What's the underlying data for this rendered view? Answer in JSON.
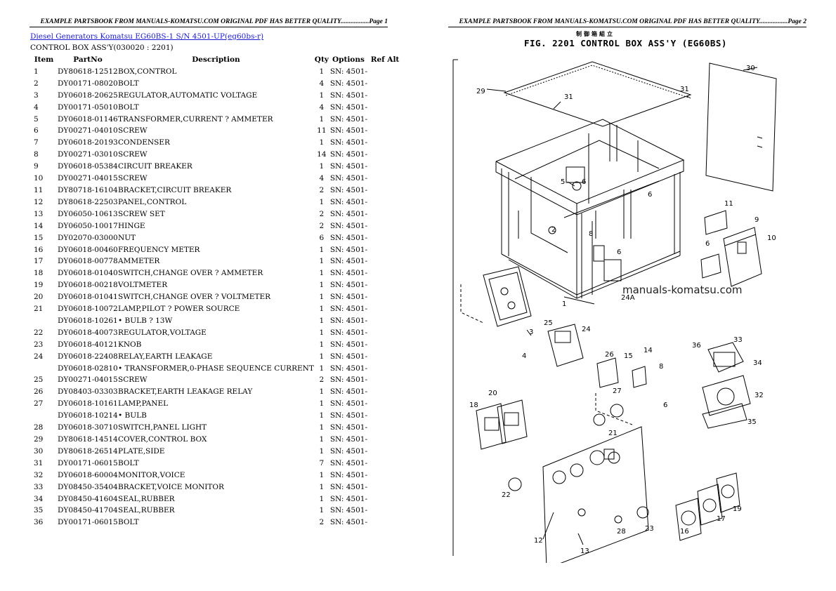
{
  "headers": {
    "left": "EXAMPLE PARTSBOOK FROM MANUALS-KOMATSU.COM ORIGINAL PDF HAS BETTER QUALITY.................Page 1",
    "right": "EXAMPLE PARTSBOOK FROM MANUALS-KOMATSU.COM ORIGINAL PDF HAS BETTER QUALITY.................Page 2"
  },
  "book_link": "Diesel Generators Komatsu EG60BS-1 S/N 4501-UP(eg60bs-r)",
  "section_title": "CONTROL BOX ASS'Y(030020 : 2201)",
  "columns": {
    "item": "Item",
    "partno": "PartNo",
    "description": "Description",
    "qty": "Qty",
    "options": "Options",
    "ref_alt": "Ref Alt"
  },
  "parts": [
    {
      "item": "1",
      "partno": "DY80618-12512",
      "description": "BOX,CONTROL",
      "qty": "1",
      "options": "SN: 4501-"
    },
    {
      "item": "2",
      "partno": "DY00171-08020",
      "description": "BOLT",
      "qty": "4",
      "options": "SN: 4501-"
    },
    {
      "item": "3",
      "partno": "DY06018-20625",
      "description": "REGULATOR,AUTOMATIC VOLTAGE",
      "qty": "1",
      "options": "SN: 4501-"
    },
    {
      "item": "4",
      "partno": "DY00171-05010",
      "description": "BOLT",
      "qty": "4",
      "options": "SN: 4501-"
    },
    {
      "item": "5",
      "partno": "DY06018-01146",
      "description": "TRANSFORMER,CURRENT ? AMMETER",
      "qty": "1",
      "options": "SN: 4501-"
    },
    {
      "item": "6",
      "partno": "DY00271-04010",
      "description": "SCREW",
      "qty": "11",
      "options": "SN: 4501-"
    },
    {
      "item": "7",
      "partno": "DY06018-20193",
      "description": "CONDENSER",
      "qty": "1",
      "options": "SN: 4501-"
    },
    {
      "item": "8",
      "partno": "DY00271-03010",
      "description": "SCREW",
      "qty": "14",
      "options": "SN: 4501-"
    },
    {
      "item": "9",
      "partno": "DY06018-05384",
      "description": "CIRCUIT BREAKER",
      "qty": "1",
      "options": "SN: 4501-"
    },
    {
      "item": "10",
      "partno": "DY00271-04015",
      "description": "SCREW",
      "qty": "4",
      "options": "SN: 4501-"
    },
    {
      "item": "11",
      "partno": "DY80718-16104",
      "description": "BRACKET,CIRCUIT BREAKER",
      "qty": "2",
      "options": "SN: 4501-"
    },
    {
      "item": "12",
      "partno": "DY80618-22503",
      "description": "PANEL,CONTROL",
      "qty": "1",
      "options": "SN: 4501-"
    },
    {
      "item": "13",
      "partno": "DY06050-10613",
      "description": "SCREW SET",
      "qty": "2",
      "options": "SN: 4501-"
    },
    {
      "item": "14",
      "partno": "DY06050-10017",
      "description": "HINGE",
      "qty": "2",
      "options": "SN: 4501-"
    },
    {
      "item": "15",
      "partno": "DY02070-03000",
      "description": "NUT",
      "qty": "6",
      "options": "SN: 4501-"
    },
    {
      "item": "16",
      "partno": "DY06018-00460",
      "description": "FREQUENCY METER",
      "qty": "1",
      "options": "SN: 4501-"
    },
    {
      "item": "17",
      "partno": "DY06018-00778",
      "description": "AMMETER",
      "qty": "1",
      "options": "SN: 4501-"
    },
    {
      "item": "18",
      "partno": "DY06018-01040",
      "description": "SWITCH,CHANGE OVER ? AMMETER",
      "qty": "1",
      "options": "SN: 4501-"
    },
    {
      "item": "19",
      "partno": "DY06018-00218",
      "description": "VOLTMETER",
      "qty": "1",
      "options": "SN: 4501-"
    },
    {
      "item": "20",
      "partno": "DY06018-01041",
      "description": "SWITCH,CHANGE OVER ? VOLTMETER",
      "qty": "1",
      "options": "SN: 4501-"
    },
    {
      "item": "21",
      "partno": "DY06018-10072",
      "description": "LAMP,PILOT ? POWER SOURCE",
      "qty": "1",
      "options": "SN: 4501-"
    },
    {
      "item": "",
      "partno": "DY06018-10261",
      "description": "• BULB ? 13W",
      "qty": "1",
      "options": "SN: 4501-"
    },
    {
      "item": "22",
      "partno": "DY06018-40073",
      "description": "REGULATOR,VOLTAGE",
      "qty": "1",
      "options": "SN: 4501-"
    },
    {
      "item": "23",
      "partno": "DY06018-40121",
      "description": "KNOB",
      "qty": "1",
      "options": "SN: 4501-"
    },
    {
      "item": "24",
      "partno": "DY06018-22408",
      "description": "RELAY,EARTH LEAKAGE",
      "qty": "1",
      "options": "SN: 4501-"
    },
    {
      "item": "",
      "partno": "DY06018-02810",
      "description": "• TRANSFORMER,0-PHASE SEQUENCE CURRENT",
      "qty": "1",
      "options": "SN: 4501-"
    },
    {
      "item": "25",
      "partno": "DY00271-04015",
      "description": "SCREW",
      "qty": "2",
      "options": "SN: 4501-"
    },
    {
      "item": "26",
      "partno": "DY08403-03303",
      "description": "BRACKET,EARTH LEAKAGE RELAY",
      "qty": "1",
      "options": "SN: 4501-"
    },
    {
      "item": "27",
      "partno": "DY06018-10161",
      "description": "LAMP,PANEL",
      "qty": "1",
      "options": "SN: 4501-"
    },
    {
      "item": "",
      "partno": "DY06018-10214",
      "description": "• BULB",
      "qty": "1",
      "options": "SN: 4501-"
    },
    {
      "item": "28",
      "partno": "DY06018-30710",
      "description": "SWITCH,PANEL LIGHT",
      "qty": "1",
      "options": "SN: 4501-"
    },
    {
      "item": "29",
      "partno": "DY80618-14514",
      "description": "COVER,CONTROL BOX",
      "qty": "1",
      "options": "SN: 4501-"
    },
    {
      "item": "30",
      "partno": "DY80618-26514",
      "description": "PLATE,SIDE",
      "qty": "1",
      "options": "SN: 4501-"
    },
    {
      "item": "31",
      "partno": "DY00171-06015",
      "description": "BOLT",
      "qty": "7",
      "options": "SN: 4501-"
    },
    {
      "item": "32",
      "partno": "DY06018-60004",
      "description": "MONITOR,VOICE",
      "qty": "1",
      "options": "SN: 4501-"
    },
    {
      "item": "33",
      "partno": "DY08450-35404",
      "description": "BRACKET,VOICE MONITOR",
      "qty": "1",
      "options": "SN: 4501-"
    },
    {
      "item": "34",
      "partno": "DY08450-41604",
      "description": "SEAL,RUBBER",
      "qty": "1",
      "options": "SN: 4501-"
    },
    {
      "item": "35",
      "partno": "DY08450-41704",
      "description": "SEAL,RUBBER",
      "qty": "1",
      "options": "SN: 4501-"
    },
    {
      "item": "36",
      "partno": "DY00171-06015",
      "description": "BOLT",
      "qty": "2",
      "options": "SN: 4501-"
    }
  ],
  "figure": {
    "kanji": "制御箱組立",
    "title": "FIG. 2201 CONTROL BOX ASS'Y (EG60BS)",
    "watermark": "manuals-komatsu.com",
    "callouts": [
      "29",
      "31",
      "30",
      "31",
      "5",
      "6",
      "6",
      "11",
      "9",
      "6",
      "10",
      "8",
      "6",
      "24A",
      "1",
      "2",
      "25",
      "24",
      "3",
      "4",
      "36",
      "33",
      "34",
      "32",
      "35",
      "26",
      "15",
      "14",
      "8",
      "20",
      "18",
      "27",
      "21",
      "6",
      "22",
      "28",
      "23",
      "12",
      "13",
      "16",
      "17",
      "19"
    ]
  }
}
